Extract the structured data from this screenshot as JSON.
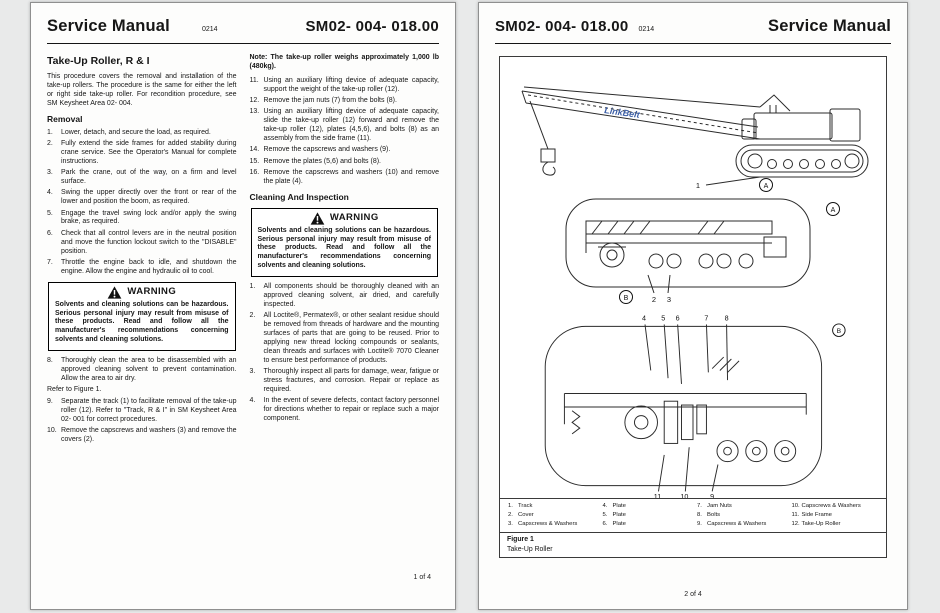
{
  "page1": {
    "header": {
      "title": "Service Manual",
      "revision": "0214",
      "doc_number": "SM02- 004- 018.00"
    },
    "section_title": "Take-Up Roller, R & I",
    "intro": "This procedure covers the removal and installation of the take-up rollers. The procedure is the same for either the left or right side take-up roller. For recondition procedure, see SM Keysheet Area 02- 004.",
    "removal_heading": "Removal",
    "removal_steps": [
      {
        "num": "1.",
        "text": "Lower, detach, and secure the load, as required."
      },
      {
        "num": "2.",
        "text": "Fully extend the side frames for added stability during crane service. See the Operator's Manual for complete instructions."
      },
      {
        "num": "3.",
        "text": "Park the crane, out of the way, on a firm and level surface."
      },
      {
        "num": "4.",
        "text": "Swing the upper directly over the front or rear of the lower and position the boom, as required."
      },
      {
        "num": "5.",
        "text": "Engage the travel swing lock and/or apply the swing brake, as required."
      },
      {
        "num": "6.",
        "text": "Check that all control levers are in the neutral position and move the function lockout switch to the \"DISABLE\" position."
      },
      {
        "num": "7.",
        "text": "Throttle the engine back to idle, and shutdown the engine. Allow the engine and hydraulic oil to cool."
      }
    ],
    "warning1": {
      "label": "WARNING",
      "text": "Solvents and cleaning solutions can be hazardous. Serious personal injury may result from misuse of these products. Read and follow all the manufacturer's recommendations concerning solvents and cleaning solutions."
    },
    "step_8": [
      {
        "num": "8.",
        "text": "Thoroughly clean the area to be disassembled with an approved cleaning solvent to prevent contamination. Allow the area to air dry."
      }
    ],
    "refer_note": "Refer to Figure 1.",
    "steps_9_10": [
      {
        "num": "9.",
        "text": "Separate the track (1) to facilitate removal of the take-up roller (12). Refer to \"Track, R & I\" in SM Keysheet Area 02- 001 for correct procedures."
      },
      {
        "num": "10.",
        "text": "Remove the capscrews and washers (3) and remove the covers (2)."
      }
    ],
    "note": {
      "label": "Note:",
      "text": "The take-up roller weighs approximately 1,000 lb (480kg)."
    },
    "steps_11_16": [
      {
        "num": "11.",
        "text": "Using an auxiliary lifting device of adequate capacity, support the weight of the take-up roller (12)."
      },
      {
        "num": "12.",
        "text": "Remove the jam nuts (7) from the bolts (8)."
      },
      {
        "num": "13.",
        "text": "Using an auxiliary lifting device of adequate capacity, slide the take-up roller (12) forward and remove the take-up roller (12), plates (4,5,6), and bolts (8) as an assembly from the side frame (11)."
      },
      {
        "num": "14.",
        "text": "Remove the capscrews and washers (9)."
      },
      {
        "num": "15.",
        "text": "Remove the plates (5,6) and bolts (8)."
      },
      {
        "num": "16.",
        "text": "Remove the capscrews and washers (10) and remove the plate (4)."
      }
    ],
    "cleaning_heading": "Cleaning And Inspection",
    "warning2": {
      "label": "WARNING",
      "text": "Solvents and cleaning solutions can be hazardous. Serious personal injury may result from misuse of these products. Read and follow all the manufacturer's recommendations concerning solvents and cleaning solutions."
    },
    "cleaning_steps": [
      {
        "num": "1.",
        "text": "All components should be thoroughly cleaned with an approved cleaning solvent, air dried, and carefully inspected."
      },
      {
        "num": "2.",
        "text": "All Loctite®, Permatex®, or other sealant residue should be removed from threads of hardware and the mounting surfaces of parts that are going to be reused. Prior to applying new thread locking compounds or sealants, clean threads and surfaces with Loctite® 7070 Cleaner to ensure best performance of products."
      },
      {
        "num": "3.",
        "text": "Thoroughly inspect all parts for damage, wear, fatigue or stress fractures, and corrosion. Repair or replace as required."
      },
      {
        "num": "4.",
        "text": "In the event of severe defects, contact factory personnel for directions whether to repair or replace such a major component."
      }
    ],
    "page_number": "1 of 4"
  },
  "page2": {
    "header": {
      "doc_number": "SM02- 004- 018.00",
      "revision": "0214",
      "title": "Service Manual"
    },
    "figure": {
      "brand": "LinkBelt",
      "brand_color": "#3b5ea6",
      "callouts": {
        "crane_1": "1",
        "crane_A": "A",
        "mid_A": "A",
        "mid_B": "B",
        "mid_2": "2",
        "mid_3": "3",
        "bot_B": "B",
        "bot_4": "4",
        "bot_5": "5",
        "bot_6": "6",
        "bot_7": "7",
        "bot_8": "8",
        "bot_9": "9",
        "bot_10": "10",
        "bot_11": "11"
      },
      "legend": [
        {
          "num": "1.",
          "name": "Track"
        },
        {
          "num": "2.",
          "name": "Cover"
        },
        {
          "num": "3.",
          "name": "Capscrews & Washers"
        },
        {
          "num": "4.",
          "name": "Plate"
        },
        {
          "num": "5.",
          "name": "Plate"
        },
        {
          "num": "6.",
          "name": "Plate"
        },
        {
          "num": "7.",
          "name": "Jam Nuts"
        },
        {
          "num": "8.",
          "name": "Bolts"
        },
        {
          "num": "9.",
          "name": "Capscrews & Washers"
        },
        {
          "num": "10.",
          "name": "Capscrews & Washers"
        },
        {
          "num": "11.",
          "name": "Side Frame"
        },
        {
          "num": "12.",
          "name": "Take-Up Roller"
        }
      ],
      "caption_line1": "Figure 1",
      "caption_line2": "Take-Up Roller"
    },
    "page_number": "2 of 4"
  }
}
